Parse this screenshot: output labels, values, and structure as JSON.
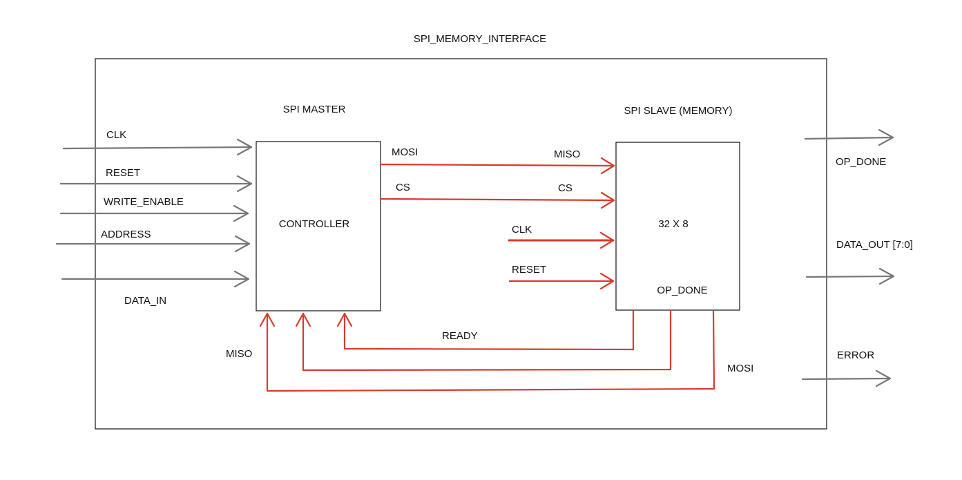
{
  "title": "SPI_MEMORY_INTERFACE",
  "master": {
    "heading": "SPI MASTER",
    "block_label": "CONTROLLER",
    "inputs": [
      "CLK",
      "RESET",
      "WRITE_ENABLE",
      "ADDRESS",
      "DATA_IN"
    ],
    "outputs": [
      "MOSI",
      "CS"
    ],
    "feedback_label": "MISO"
  },
  "slave": {
    "heading": "SPI SLAVE (MEMORY)",
    "block_label": "32 X 8",
    "inner_label": "OP_DONE",
    "inputs": [
      "MISO",
      "CS",
      "CLK",
      "RESET"
    ],
    "feedback_labels": [
      "READY",
      "MOSI"
    ]
  },
  "outputs": [
    "OP_DONE",
    "DATA_OUT [7:0]",
    "ERROR"
  ],
  "colors": {
    "internal_signal": "#d93a2b",
    "external_signal": "#777777",
    "outline": "#111111"
  }
}
